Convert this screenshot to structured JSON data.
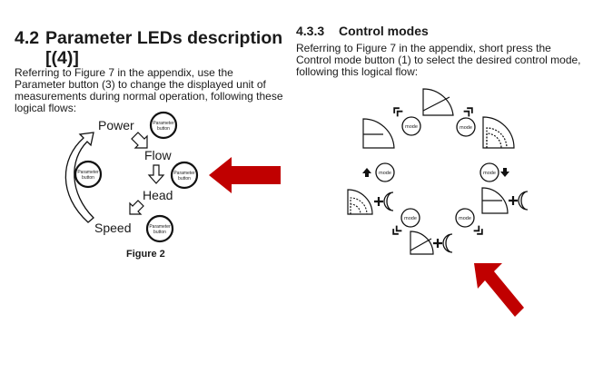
{
  "left": {
    "heading_number": "4.2",
    "heading_text": "Parameter LEDs description",
    "heading_cont": "[(4)]",
    "paragraph": "Referring to Figure 7 in the appendix, use the Parameter button (3) to change the displayed unit of measurements during normal operation, following these logical flows:",
    "flow": {
      "power": "Power",
      "flow": "Flow",
      "head": "Head",
      "speed": "Speed",
      "param_line1": "Parameter",
      "param_line2": "button"
    },
    "caption": "Figure 2"
  },
  "right": {
    "heading_number": "4.3.3",
    "heading_text": "Control modes",
    "paragraph": "Referring to Figure 7 in the appendix, short press the Control mode button (1) to select the desired control mode, following this logical flow:",
    "mode_label": "mode"
  },
  "colors": {
    "arrow": "#c00000",
    "text": "#1a1a1a"
  }
}
